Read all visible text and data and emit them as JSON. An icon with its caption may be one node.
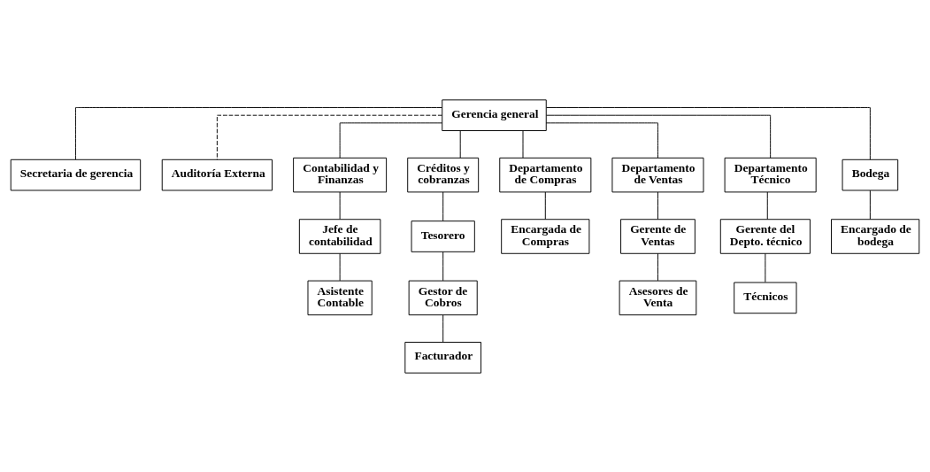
{
  "diagram": {
    "nodes": [
      {
        "text": [
          "Gerencia general"
        ]
      },
      {
        "text": [
          "Secretaria de gerencia"
        ]
      },
      {
        "text": [
          "Auditoría Externa"
        ]
      },
      {
        "text": [
          "Contabilidad y Finanzas"
        ]
      },
      {
        "text": [
          "Créditos y cobranzas"
        ]
      },
      {
        "text": [
          "Departamento de Compras"
        ]
      },
      {
        "text": [
          "Departamento de Ventas"
        ]
      },
      {
        "text": [
          "Departamento Técnico"
        ]
      },
      {
        "text": [
          "Bodega"
        ]
      },
      {
        "text": [
          "Jefe de contabilidad"
        ]
      },
      {
        "text": [
          "Asistente Contable"
        ]
      },
      {
        "text": [
          "Tesorero"
        ]
      },
      {
        "text": [
          "Gestor de Cobros"
        ]
      },
      {
        "text": [
          "Facturador"
        ]
      },
      {
        "text": [
          "Encargada de Compras"
        ]
      },
      {
        "text": [
          "Gerente de Ventas"
        ]
      },
      {
        "text": [
          "Asesores de Venta"
        ]
      },
      {
        "text": [
          "Gerente del Depto. técnico"
        ]
      },
      {
        "text": [
          "Técnicos"
        ]
      },
      {
        "text": [
          "Encargado de bodega"
        ]
      }
    ],
    "edges": [
      {
        "from": 0,
        "to": 1,
        "arrow": "none"
      },
      {
        "from": 0,
        "to": 2,
        "arrow": "none",
        "style": "dashed"
      },
      {
        "from": 0,
        "to": 3,
        "arrow": "none"
      },
      {
        "from": 0,
        "to": 4,
        "arrow": "none"
      },
      {
        "from": 0,
        "to": 5,
        "arrow": "none"
      },
      {
        "from": 0,
        "to": 6,
        "arrow": "none"
      },
      {
        "from": 0,
        "to": 7,
        "arrow": "none"
      },
      {
        "from": 0,
        "to": 8,
        "arrow": "none"
      },
      {
        "from": 3,
        "to": 9,
        "arrow": "none"
      },
      {
        "from": 9,
        "to": 10,
        "arrow": "none"
      },
      {
        "from": 4,
        "to": 11,
        "arrow": "none"
      },
      {
        "from": 11,
        "to": 12,
        "arrow": "none"
      },
      {
        "from": 12,
        "to": 13,
        "arrow": "none"
      },
      {
        "from": 5,
        "to": 14,
        "arrow": "none"
      },
      {
        "from": 6,
        "to": 15,
        "arrow": "none"
      },
      {
        "from": 15,
        "to": 16,
        "arrow": "none"
      },
      {
        "from": 7,
        "to": 17,
        "arrow": "none"
      },
      {
        "from": 17,
        "to": 18,
        "arrow": "none"
      },
      {
        "from": 8,
        "to": 19,
        "arrow": "none"
      }
    ]
  }
}
